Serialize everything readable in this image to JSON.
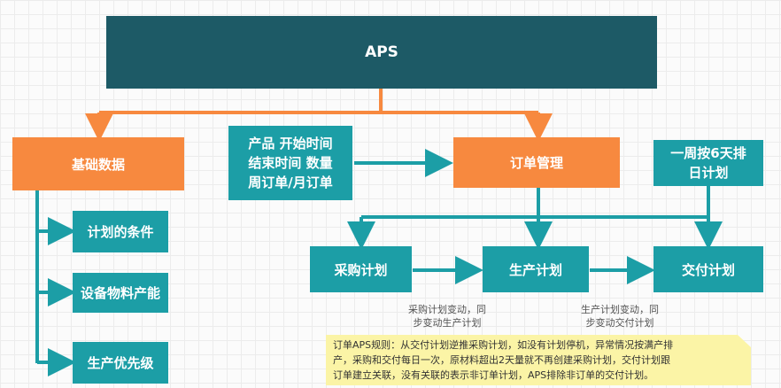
{
  "aps": "APS",
  "basic_data": "基础数据",
  "basic_children": [
    "计划的条件",
    "设备物料产能",
    "生产优先级"
  ],
  "order_input": [
    "产品 开始时间",
    "结束时间 数量",
    "周订单/月订单"
  ],
  "order_mgmt": "订单管理",
  "week_plan": [
    "一周按6天排",
    "日计划"
  ],
  "purchase_plan": "采购计划",
  "production_plan": "生产计划",
  "delivery_plan": "交付计划",
  "caption_purchase": [
    "采购计划变动，同",
    "步变动生产计划"
  ],
  "caption_production": [
    "生产计划变动，同",
    "步变动交付计划"
  ],
  "note": [
    "订单APS规则：从交付计划逆推采购计划，如没有计划停机，异常情况按满产排",
    "产，采购和交付每日一次，原材料超出2天量就不再创建采购计划，交付计划跟",
    "订单建立关联，没有关联的表示非订单计划，APS排除非订单的交付计划。"
  ],
  "colors": {
    "teal": "#1c9ea6",
    "orange": "#f7893f",
    "dark": "#1d5a66",
    "note": "#fbf4a6"
  }
}
